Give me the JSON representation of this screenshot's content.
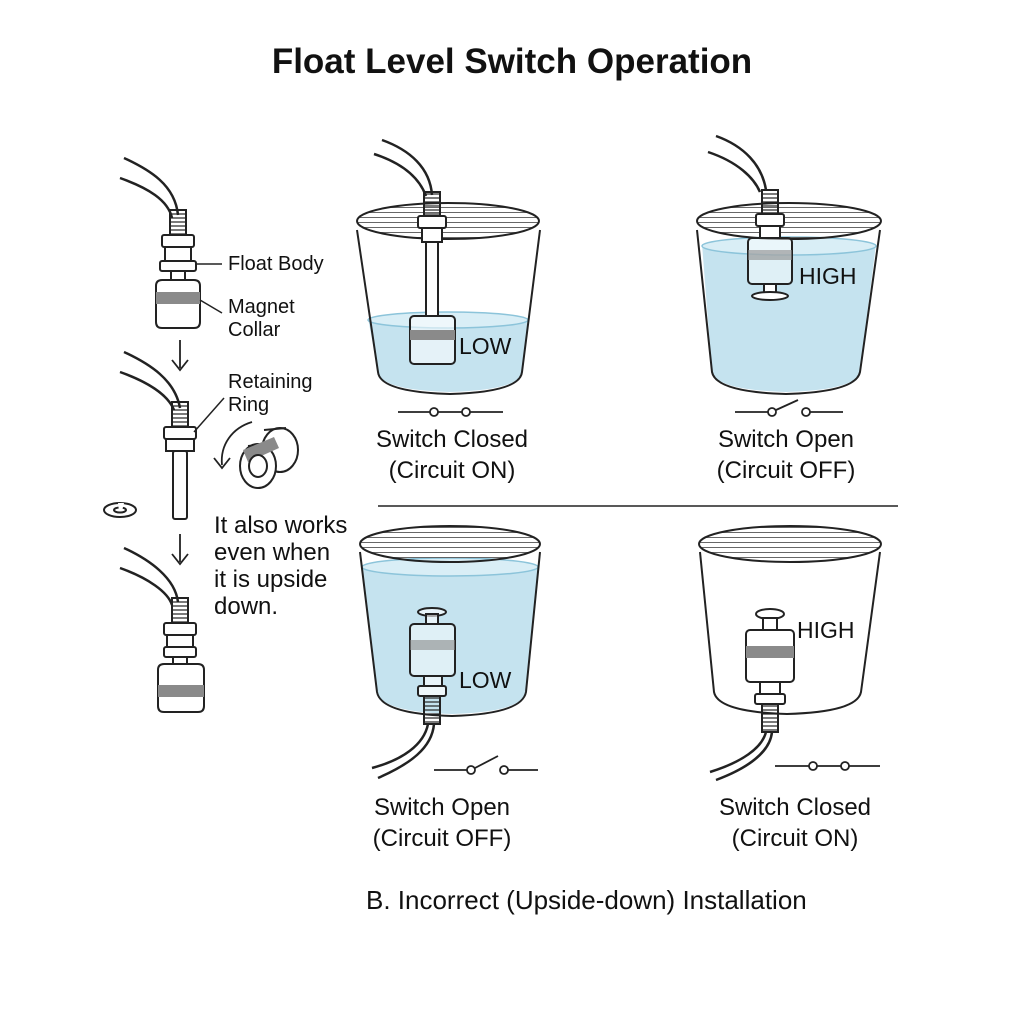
{
  "title": "Float Level Switch Operation",
  "assembly": {
    "callouts": {
      "float_body": "Float Body",
      "magnet_collar_line1": "Magnet",
      "magnet_collar_line2": "Collar",
      "retaining_ring_line1": "Retaining",
      "retaining_ring_line2": "Ring"
    },
    "note_lines": [
      "It also works",
      "even when",
      "it is upside",
      "down."
    ]
  },
  "panels": [
    {
      "level_label": "LOW",
      "state": "Switch Closed",
      "circuit": "(Circuit ON)"
    },
    {
      "level_label": "HIGH",
      "state": "Switch Open",
      "circuit": "(Circuit OFF)"
    },
    {
      "level_label": "LOW",
      "state": "Switch Open",
      "circuit": "(Circuit OFF)"
    },
    {
      "level_label": "HIGH",
      "state": "Switch Closed",
      "circuit": "(Circuit ON)"
    }
  ],
  "footer": "B. Incorrect (Upside-down) Installation",
  "colors": {
    "water": "#c5e3ef",
    "water_edge": "#8cc4da",
    "ink": "#222222",
    "magnet_band": "#8a8a8a"
  }
}
